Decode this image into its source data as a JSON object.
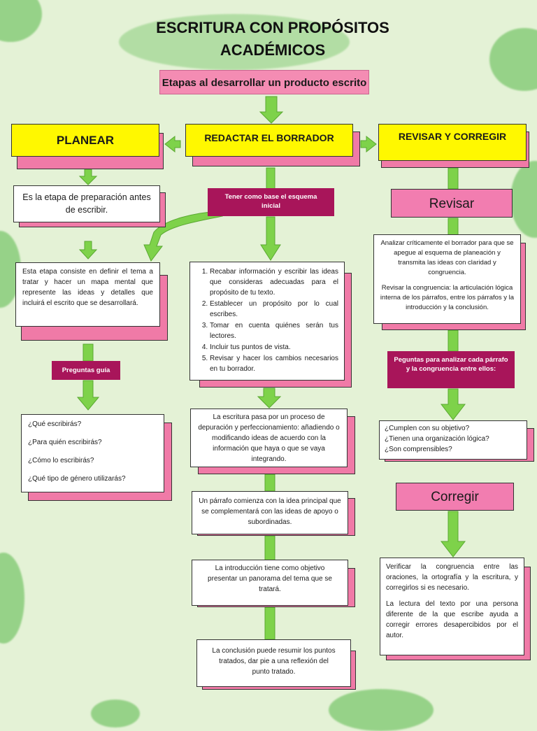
{
  "title": {
    "line1": "ESCRITURA CON  PROPÓSITOS",
    "line2": "ACADÉMICOS"
  },
  "subtitle": "Etapas al desarrollar un producto escrito",
  "colors": {
    "background": "#e4f2d6",
    "yellow": "#fff800",
    "pink": "#f27db0",
    "magenta": "#a8155a",
    "arrow": "#7ed24a"
  },
  "planear": {
    "header": "PLANEAR",
    "intro": "Es la etapa de preparación antes de escribir.",
    "detail": "Esta etapa consiste en definir el tema a tratar y hacer un mapa mental que represente las ideas y detalles que incluirá el escrito que se desarrollará.",
    "guide_label": "Preguntas guía",
    "questions": [
      "¿Qué escribirás?",
      "¿Para quién escribirás?",
      "¿Cómo lo escribirás?",
      "¿Qué tipo de género utilizarás?"
    ]
  },
  "redactar": {
    "header": "REDACTAR EL BORRADOR",
    "base_label": "Tener como base el esquema inicial",
    "steps": [
      "Recabar información y escribir las ideas que consideras adecuadas para el propósito de tu texto.",
      "Establecer un propósito por lo cual escribes.",
      "Tomar en cuenta quiénes serán tus lectores.",
      "Incluir tus puntos de vista.",
      "Revisar y hacer los cambios necesarios en tu borrador."
    ],
    "process": "La escritura pasa por un proceso de depuración y perfeccionamiento: añadiendo o modificando ideas de acuerdo con la información que haya o que se vaya integrando.",
    "paragraph": "Un párrafo comienza con la idea principal que se complementará con las ideas de apoyo o subordinadas.",
    "introduction": "La introducción tiene como objetivo presentar un panorama del tema que se tratará.",
    "conclusion": "La conclusión puede resumir los puntos tratados, dar pie a una reflexión del punto tratado."
  },
  "revisar": {
    "header": "REVISAR Y CORREGIR",
    "revisar_label": "Revisar",
    "revisar_p1": "Analizar críticamente el borrador para que se apegue al esquema de planeación y transmita las ideas con claridad y congruencia.",
    "revisar_p2": "Revisar la congruencia: la articulación lógica interna de los párrafos, entre los párrafos y la introducción y la conclusión.",
    "questions_label": "Peguntas para analizar cada párrafo y la congruencia entre ellos:",
    "questions": [
      "¿Cumplen con su objetivo?",
      "¿Tienen una organización lógica?",
      "¿Son comprensibles?"
    ],
    "corregir_label": "Corregir",
    "corregir_p1": "Verificar la congruencia entre las oraciones, la ortografía y la escritura, y corregirlos si es necesario.",
    "corregir_p2": "La lectura del texto por una persona diferente de la que escribe ayuda a corregir errores desapercibidos por el autor."
  }
}
